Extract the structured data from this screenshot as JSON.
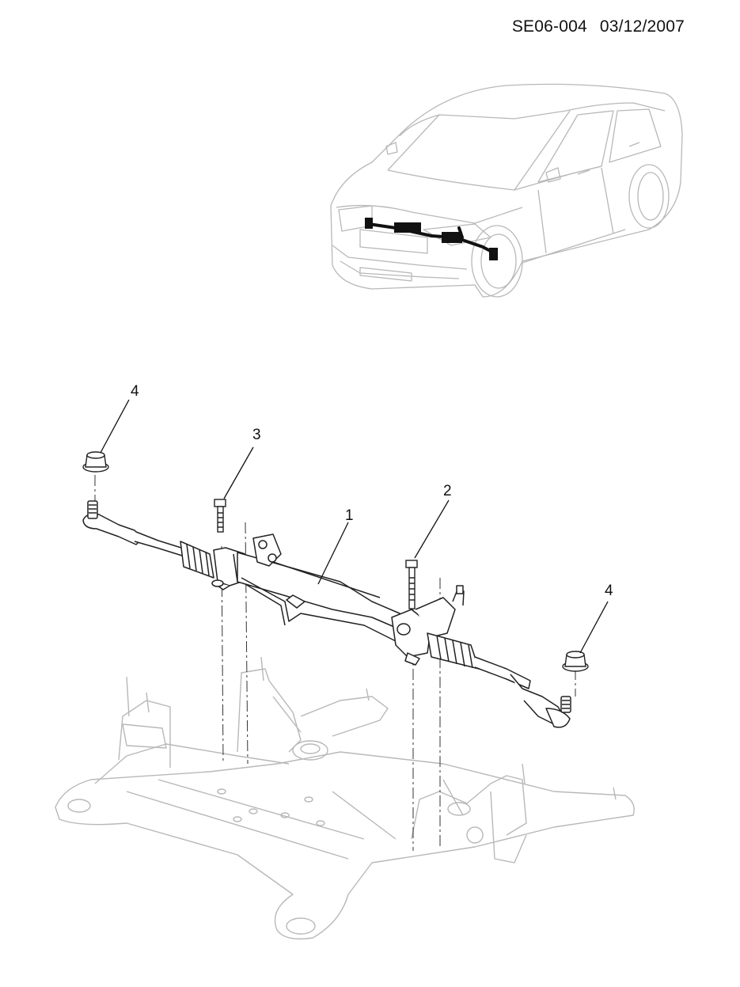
{
  "header": {
    "diagram_code": "SE06-004",
    "date": "03/12/2007"
  },
  "callouts": [
    {
      "id": "1",
      "label": "1",
      "part": "steering-gear"
    },
    {
      "id": "2",
      "label": "2",
      "part": "bolt-right"
    },
    {
      "id": "3",
      "label": "3",
      "part": "bolt-left"
    },
    {
      "id": "4a",
      "label": "4",
      "part": "nut-left"
    },
    {
      "id": "4b",
      "label": "4",
      "part": "nut-right"
    }
  ],
  "colors": {
    "line": "#222222",
    "ghost": "#b8b8b8",
    "highlight": "#111111"
  }
}
